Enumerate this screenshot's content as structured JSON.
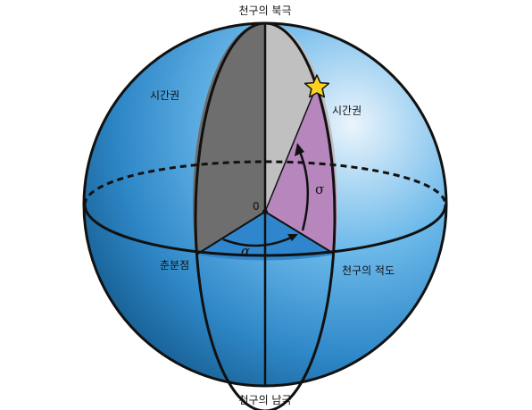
{
  "labels": {
    "north_pole": "천구의 북극",
    "south_pole": "천구의 남극",
    "hour_circle_left": "시간권",
    "hour_circle_right": "시간권",
    "vernal_equinox": "춘분점",
    "celestial_equator": "천구의 적도",
    "origin": "0",
    "alpha": "α",
    "sigma": "σ"
  },
  "colors": {
    "sphere_light": "#eaf4fc",
    "sphere_mid": "#5aaee6",
    "sphere_dark": "#1c6ea8",
    "left_plane": "#6e6e6e",
    "right_plane": "#c0c0c0",
    "declination_sector": "#b686bd",
    "right_ascension_sector": "#2f86cc",
    "star": "#ffd21f",
    "outline": "#111111"
  },
  "icons": {
    "star": "star-icon"
  }
}
